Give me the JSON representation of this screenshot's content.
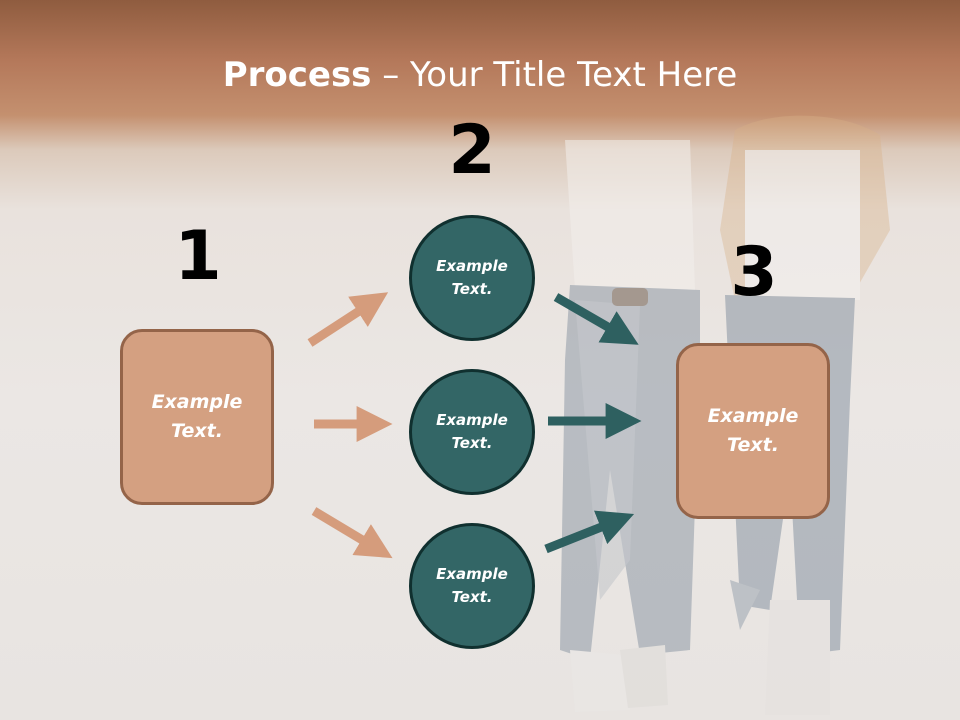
{
  "title": {
    "bold": "Process",
    "rest": " – Your Title Text Here"
  },
  "steps": {
    "one": {
      "number": "1",
      "line1": "Example",
      "line2": "Text."
    },
    "two": {
      "number": "2",
      "circles": [
        {
          "line1": "Example",
          "line2": "Text."
        },
        {
          "line1": "Example",
          "line2": "Text."
        },
        {
          "line1": "Example",
          "line2": "Text."
        }
      ]
    },
    "three": {
      "number": "3",
      "line1": "Example",
      "line2": "Text."
    }
  },
  "colors": {
    "box_fill": "#d4a081",
    "box_border": "#946449",
    "circle_fill": "#336666",
    "arrow_left": "#d59c7c",
    "arrow_right": "#2e6060",
    "header": "#b4785a"
  }
}
